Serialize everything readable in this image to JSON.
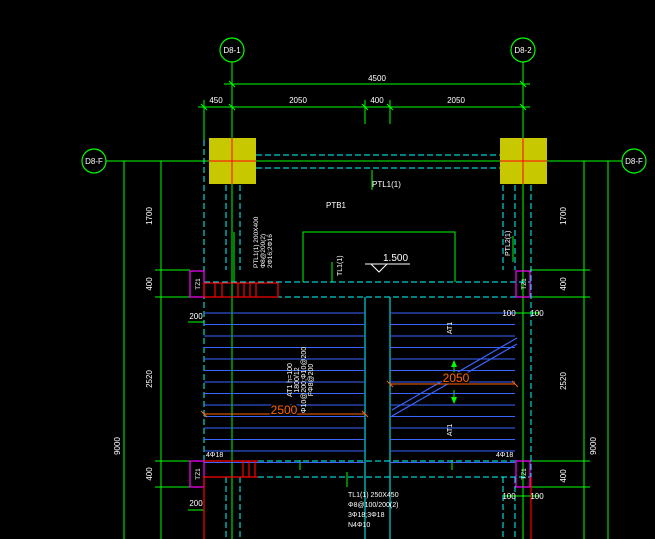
{
  "grid": {
    "col_left": "D8-1",
    "col_right": "D8-2",
    "row": "D8-F"
  },
  "dimensions": {
    "top_total": "4500",
    "top_segments": [
      "450",
      "2050",
      "400",
      "2050"
    ],
    "left_vertical": [
      "1700",
      "400",
      "2520",
      "400"
    ],
    "right_vertical": [
      "1700",
      "400",
      "2520",
      "400"
    ],
    "left_overall": "9000",
    "right_overall": "9000",
    "flight_left": "2500",
    "flight_right": "2050",
    "offset_200_top": "200",
    "offset_200_bottom": "200",
    "offset_100_top_a": "100",
    "offset_100_top_b": "100",
    "offset_100_bottom_a": "100",
    "offset_100_bottom_b": "100"
  },
  "labels": {
    "ptl1_top": "PTL1(1)",
    "ptb1": "PTB1",
    "ptl1_left": "PTL1(1) 200X400",
    "ptl1_left_2": "Φ8@200(2)",
    "ptl1_left_3": "2Φ16;2Φ16",
    "ptl2_right": "PTL2(1)",
    "tl1_mid": "TL1(1)",
    "elevation": "1.500",
    "tz1_a": "TZ1",
    "tz1_b": "TZ1",
    "tz1_c": "TZ1",
    "tz1_d": "TZ1",
    "at1_a": "AT1",
    "at1_b": "AT1",
    "at1_c": "AT1",
    "at1_left_spec_1": "AT1 h=100",
    "at1_left_spec_2": "1800/12",
    "at1_left_spec_3": "Φ10@200;Φ10@200",
    "at1_left_spec_4": "FΦ8@200",
    "rebar_left": "4Φ18",
    "rebar_right": "4Φ18",
    "tl1_bottom_1": "TL1(1) 250X450",
    "tl1_bottom_2": "Φ8@100/200(2)",
    "tl1_bottom_3": "3Φ18;3Φ18",
    "tl1_bottom_4": "N4Φ10"
  },
  "colors": {
    "background": "#000000",
    "axis": "#00ff00",
    "wall": "#00ffff",
    "column_fill": "#c8c800",
    "stair": "#3a64ff",
    "dimension": "#ff6600",
    "text": "#ffffff",
    "magenta": "#ff00ff",
    "rebar": "#ff0000"
  }
}
